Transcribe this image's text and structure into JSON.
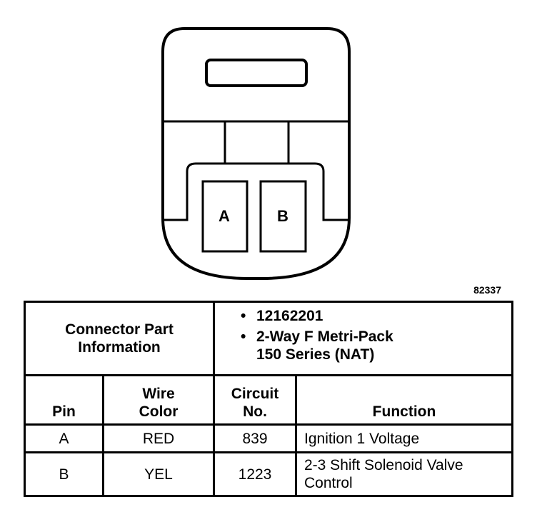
{
  "connector": {
    "pins": [
      "A",
      "B"
    ],
    "figure_id": "82337"
  },
  "info": {
    "label_line1": "Connector Part",
    "label_line2": "Information",
    "bullet": "•",
    "part_number": "12162201",
    "desc_line1": "2-Way F Metri-Pack",
    "desc_line2": "150 Series (NAT)"
  },
  "headers": {
    "pin": "Pin",
    "wire_color_1": "Wire",
    "wire_color_2": "Color",
    "circuit_1": "Circuit",
    "circuit_2": "No.",
    "function": "Function"
  },
  "rows": [
    {
      "pin": "A",
      "color": "RED",
      "circuit": "839",
      "function_1": "Ignition 1 Voltage",
      "function_2": ""
    },
    {
      "pin": "B",
      "color": "YEL",
      "circuit": "1223",
      "function_1": "2-3 Shift Solenoid Valve",
      "function_2": "Control"
    }
  ]
}
